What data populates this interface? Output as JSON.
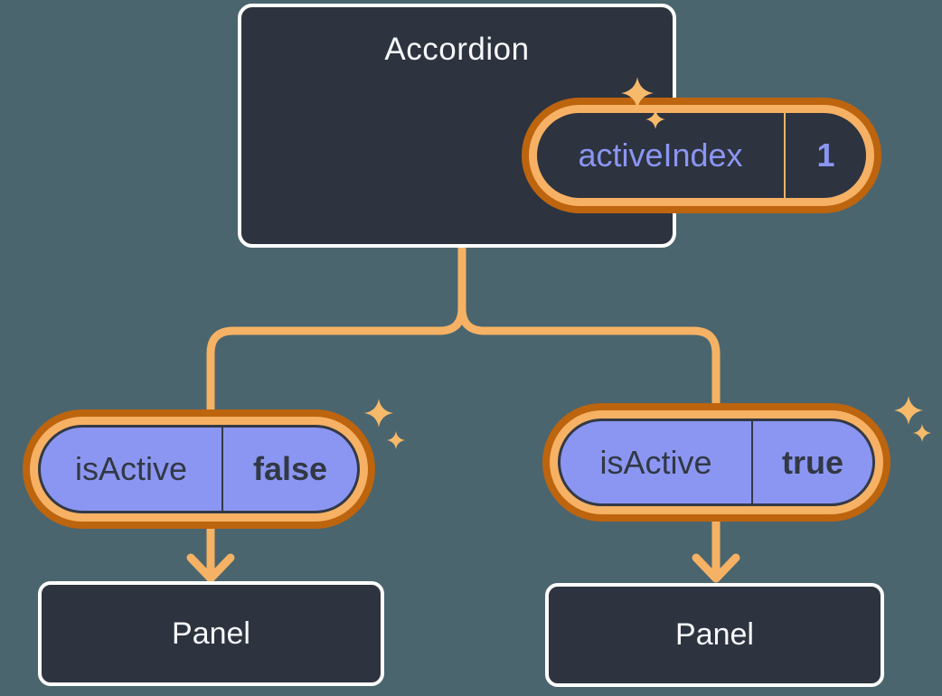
{
  "diagram": {
    "root": {
      "title": "Accordion",
      "prop": {
        "label": "activeIndex",
        "value": "1"
      }
    },
    "left": {
      "prop": {
        "label": "isActive",
        "value": "false"
      },
      "panel_label": "Panel"
    },
    "right": {
      "prop": {
        "label": "isActive",
        "value": "true"
      },
      "panel_label": "Panel"
    }
  },
  "icons": {
    "sparkle": "four-point-star"
  },
  "colors": {
    "background": "#4B656E",
    "node_fill": "#2D333F",
    "node_border": "#FFFFFF",
    "ring_outer_orange": "#BD640E",
    "ring_inner_amber": "#F6B164",
    "connector_line": "#F6B264",
    "pill_fill_purple": "#8B96F2",
    "purple_text": "#8B96F2",
    "dark_text": "#323844",
    "light_text": "#F7F8FA",
    "sparkle": "#F7BA6B"
  }
}
